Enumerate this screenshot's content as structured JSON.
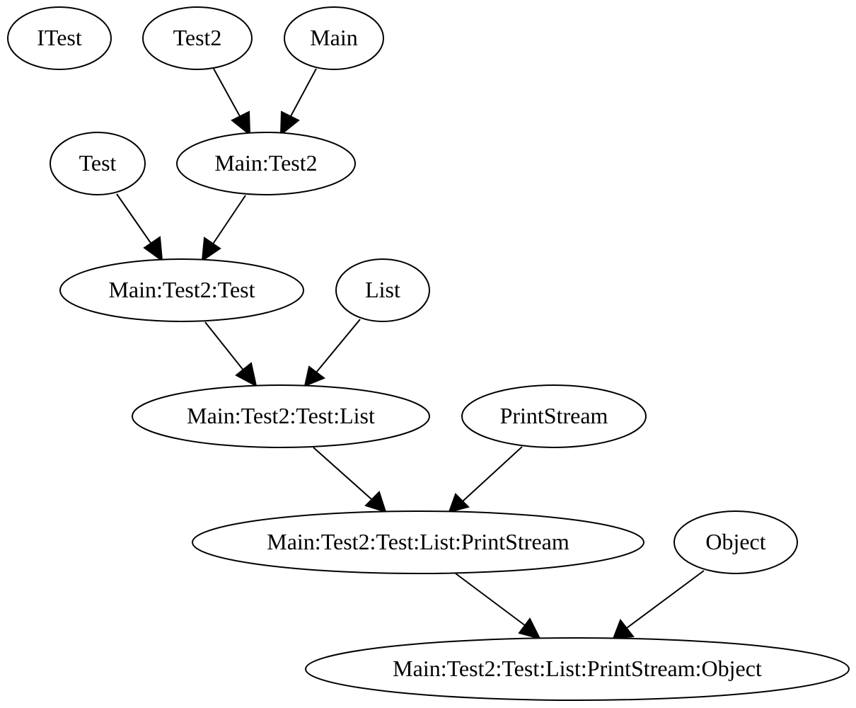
{
  "nodes": [
    {
      "id": "itest",
      "label": "ITest"
    },
    {
      "id": "test2",
      "label": "Test2"
    },
    {
      "id": "main",
      "label": "Main"
    },
    {
      "id": "test",
      "label": "Test"
    },
    {
      "id": "main_test2",
      "label": "Main:Test2"
    },
    {
      "id": "main_test2_test",
      "label": "Main:Test2:Test"
    },
    {
      "id": "list",
      "label": "List"
    },
    {
      "id": "main_test2_test_list",
      "label": "Main:Test2:Test:List"
    },
    {
      "id": "printstream",
      "label": "PrintStream"
    },
    {
      "id": "main_test2_test_list_printstream",
      "label": "Main:Test2:Test:List:PrintStream"
    },
    {
      "id": "object",
      "label": "Object"
    },
    {
      "id": "main_test2_test_list_printstream_object",
      "label": "Main:Test2:Test:List:PrintStream:Object"
    }
  ],
  "edges": [
    {
      "from": "test2",
      "to": "main_test2"
    },
    {
      "from": "main",
      "to": "main_test2"
    },
    {
      "from": "test",
      "to": "main_test2_test"
    },
    {
      "from": "main_test2",
      "to": "main_test2_test"
    },
    {
      "from": "main_test2_test",
      "to": "main_test2_test_list"
    },
    {
      "from": "list",
      "to": "main_test2_test_list"
    },
    {
      "from": "main_test2_test_list",
      "to": "main_test2_test_list_printstream"
    },
    {
      "from": "printstream",
      "to": "main_test2_test_list_printstream"
    },
    {
      "from": "main_test2_test_list_printstream",
      "to": "main_test2_test_list_printstream_object"
    },
    {
      "from": "object",
      "to": "main_test2_test_list_printstream_object"
    }
  ]
}
